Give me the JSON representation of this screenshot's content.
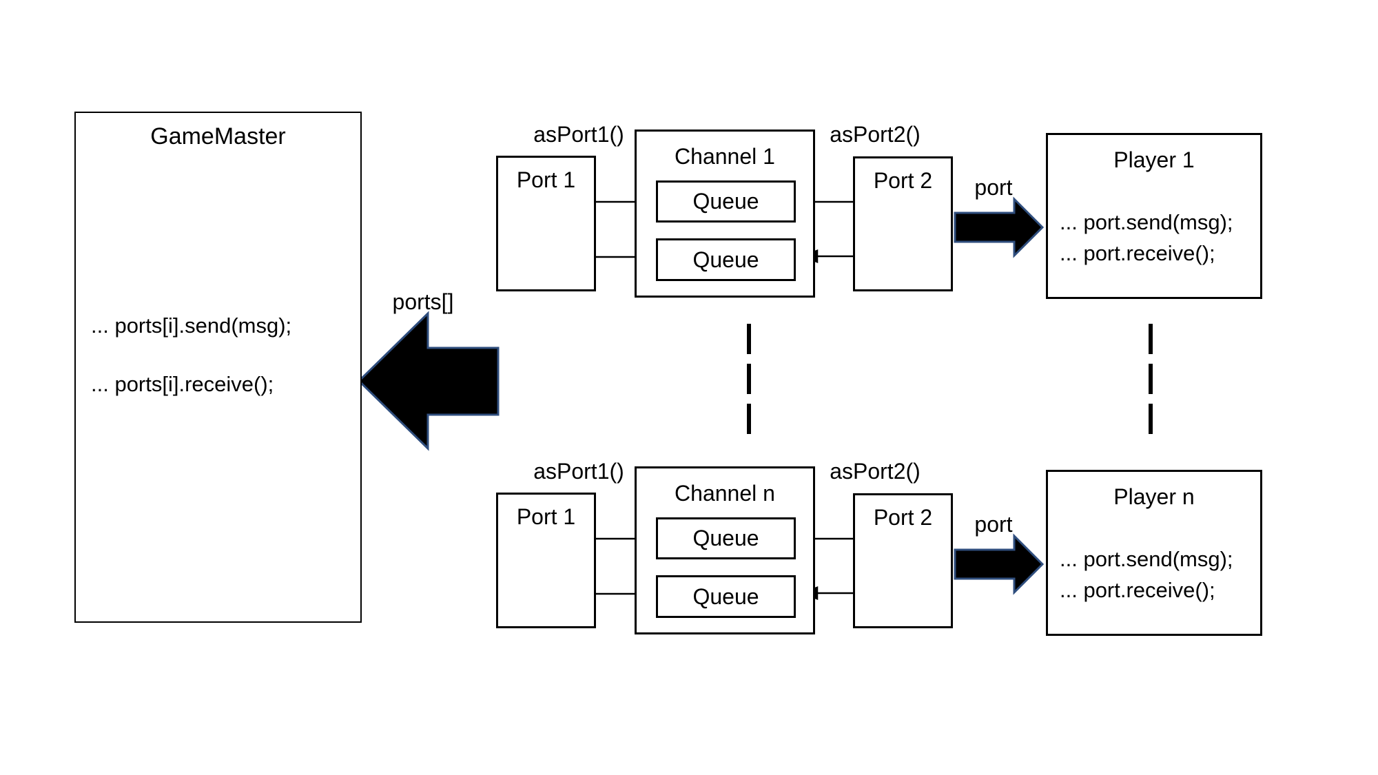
{
  "colors": {
    "background": "#ffffff",
    "stroke": "#000000",
    "big_arrow_fill": "#000000",
    "big_arrow_outline": "#2f4e7e"
  },
  "gamemaster": {
    "title": "GameMaster",
    "code_lines": [
      "... ports[i].send(msg);",
      "... ports[i].receive();"
    ]
  },
  "ports_array_label": "ports[]",
  "rows": [
    {
      "as_port1_label": "asPort1()",
      "as_port2_label": "asPort2()",
      "port1_label": "Port 1",
      "port2_label": "Port 2",
      "channel_title": "Channel 1",
      "queue_top_label": "Queue",
      "queue_bottom_label": "Queue",
      "port_ref_label": "port",
      "player": {
        "title": "Player 1",
        "code_lines": [
          "... port.send(msg);",
          "... port.receive();"
        ]
      }
    },
    {
      "as_port1_label": "asPort1()",
      "as_port2_label": "asPort2()",
      "port1_label": "Port 1",
      "port2_label": "Port 2",
      "channel_title": "Channel n",
      "queue_top_label": "Queue",
      "queue_bottom_label": "Queue",
      "port_ref_label": "port",
      "player": {
        "title": "Player n",
        "code_lines": [
          "... port.send(msg);",
          "... port.receive();"
        ]
      }
    }
  ]
}
